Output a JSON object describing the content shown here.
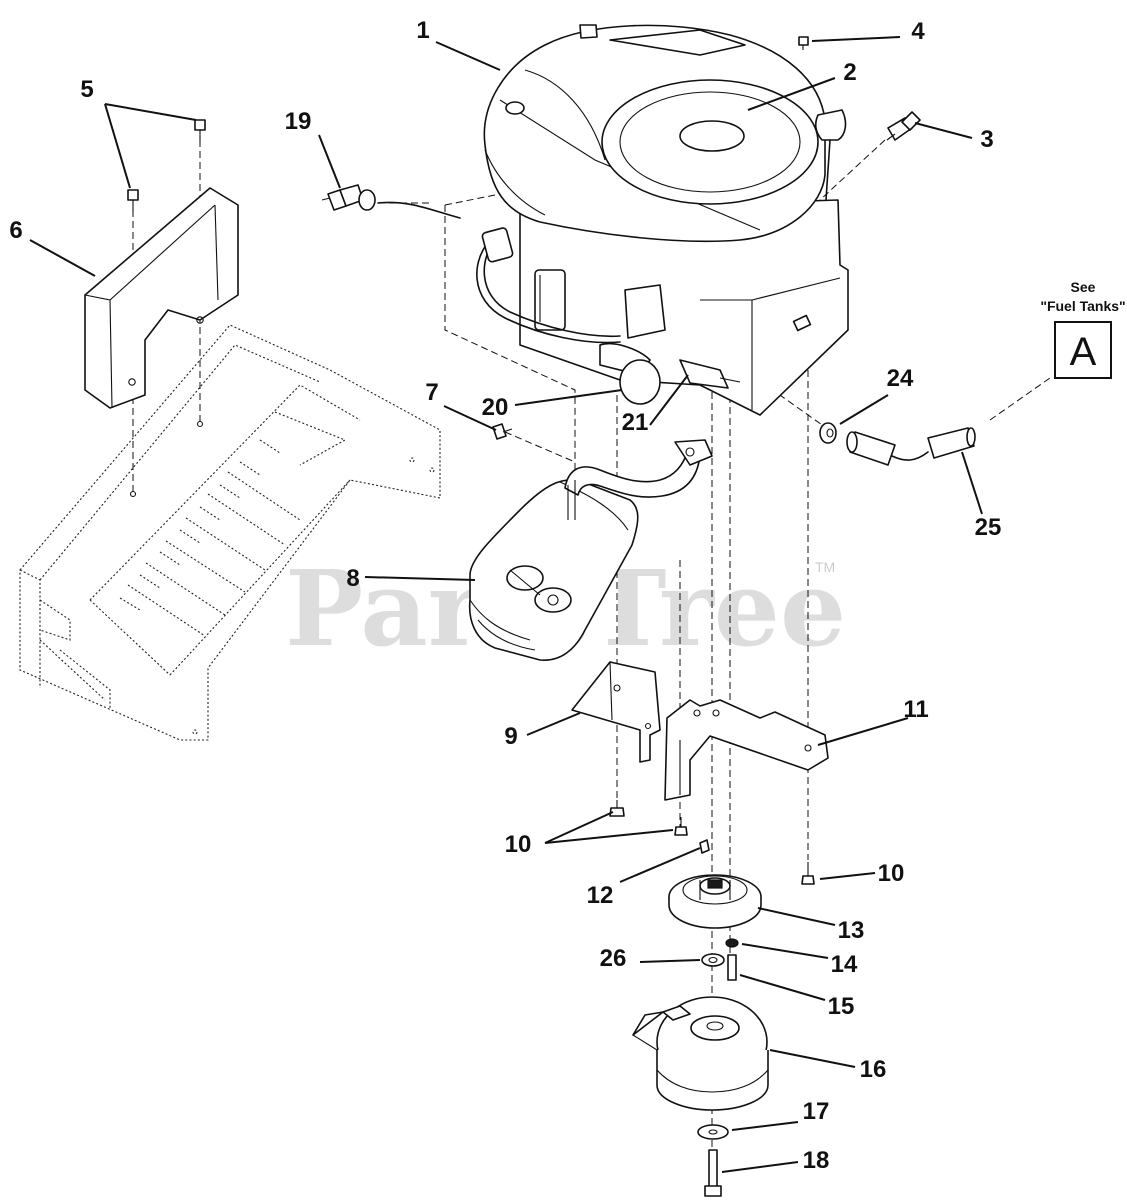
{
  "watermark": {
    "text": "PartsTree",
    "tm": "TM"
  },
  "reference": {
    "see_label": "See",
    "target_label": "\"Fuel Tanks\"",
    "letter": "A"
  },
  "callouts": {
    "c1": "1",
    "c2": "2",
    "c3": "3",
    "c4": "4",
    "c5": "5",
    "c6": "6",
    "c7": "7",
    "c8": "8",
    "c9": "9",
    "c10a": "10",
    "c10b": "10",
    "c11": "11",
    "c12": "12",
    "c13": "13",
    "c14": "14",
    "c15": "15",
    "c16": "16",
    "c17": "17",
    "c18": "18",
    "c19": "19",
    "c20": "20",
    "c21": "21",
    "c24": "24",
    "c25": "25",
    "c26": "26"
  }
}
